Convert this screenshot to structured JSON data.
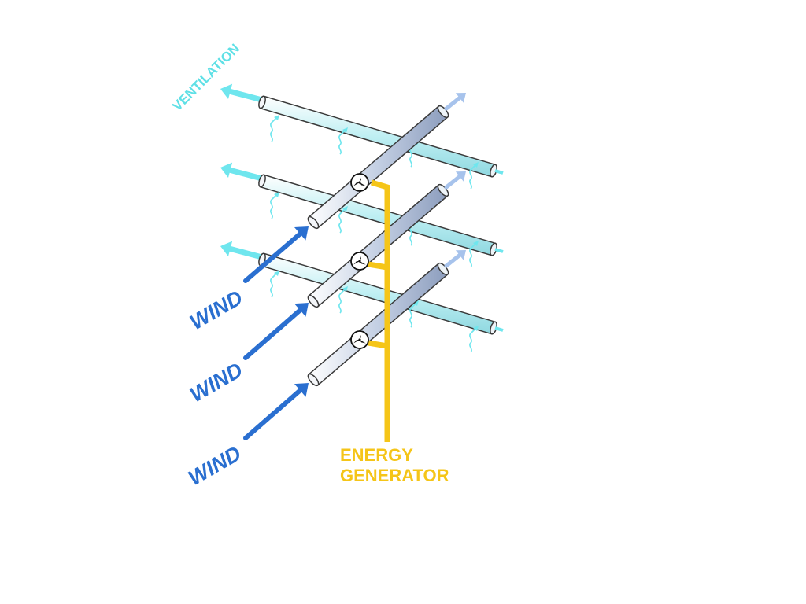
{
  "labels": {
    "ventilation": "VENTILATION",
    "wind": [
      "WIND",
      "WIND",
      "WIND"
    ],
    "generator_line1": "ENERGY",
    "generator_line2": "GENERATOR"
  },
  "colors": {
    "wind_arrow": "#2a6fd0",
    "ventilation_arrow": "#6fe6ee",
    "ventilation_pipe": "#cdf4f6",
    "wind_pipe": "#c8d3e6",
    "exhaust_arrow": "#a7c3ec",
    "generator_line": "#f5c518",
    "background": "#ffffff"
  },
  "icons": {
    "turbine": "turbine-icon",
    "heat_wave": "wavy-arrow-icon"
  }
}
